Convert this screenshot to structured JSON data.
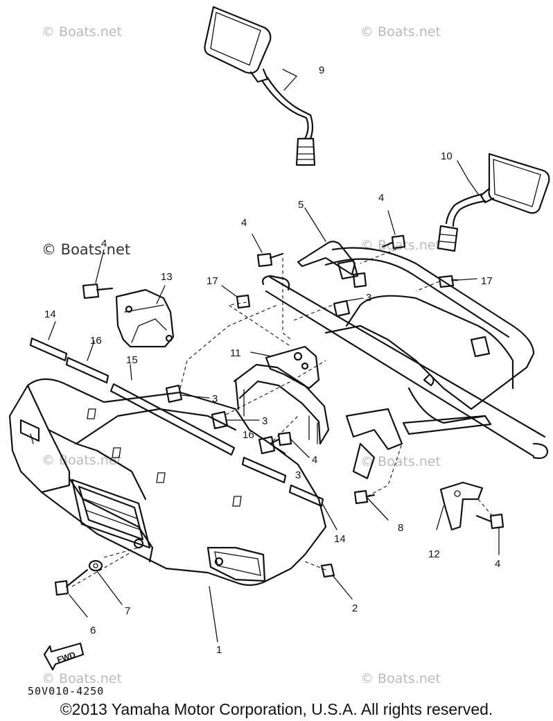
{
  "watermark": {
    "text": "© Boats.net",
    "dark_text": "© Boats.net"
  },
  "callouts": {
    "c1": "1",
    "c2": "2",
    "c3a": "3",
    "c3b": "3",
    "c3c": "3",
    "c3d": "3",
    "c4a": "4",
    "c4b": "4",
    "c4c": "4",
    "c4d": "4",
    "c4e": "4",
    "c5": "5",
    "c6": "6",
    "c7": "7",
    "c8": "8",
    "c9": "9",
    "c10": "10",
    "c11": "11",
    "c12": "12",
    "c13": "13",
    "c14a": "14",
    "c14b": "14",
    "c15": "15",
    "c16a": "16",
    "c16b": "16",
    "c17a": "17",
    "c17b": "17"
  },
  "fwd_label": "FWD",
  "drawing_code": "50V010-4250",
  "copyright": "©2013 Yamaha Motor Corporation, U.S.A. All rights reserved."
}
